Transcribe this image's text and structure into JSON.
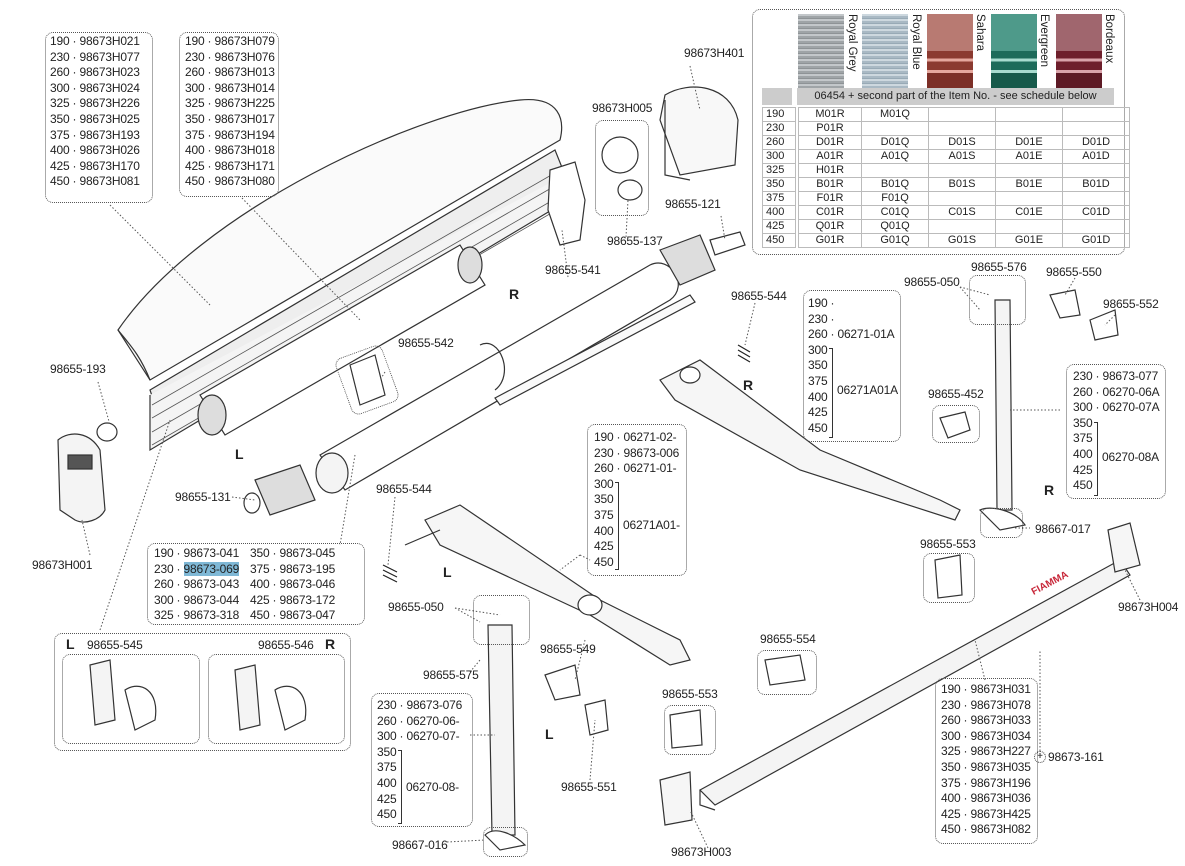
{
  "diagram": {
    "title": "Awning exploded parts diagram",
    "side_labels": {
      "left": "L",
      "right": "R"
    },
    "lead_rail_lists": [
      {
        "rows": [
          "190 · 98673H021",
          "230 · 98673H077",
          "260 · 98673H023",
          "300 · 98673H024",
          "325 · 98673H226",
          "350 · 98673H025",
          "375 · 98673H193",
          "400 · 98673H026",
          "425 · 98673H170",
          "450 · 98673H081"
        ]
      },
      {
        "rows": [
          "190 · 98673H079",
          "230 · 98673H076",
          "260 · 98673H013",
          "300 · 98673H014",
          "325 · 98673H225",
          "350 · 98673H017",
          "375 · 98673H194",
          "400 · 98673H018",
          "425 · 98673H171",
          "450 · 98673H080"
        ]
      }
    ],
    "fabric_table": {
      "swatches": [
        {
          "name": "Royal Grey",
          "color": "#a9adb0"
        },
        {
          "name": "Royal Blue",
          "color": "#b5c3cc"
        },
        {
          "name": "Sahara",
          "color": "#b87a72"
        },
        {
          "name": "Evergreen",
          "color": "#4e9a8a"
        },
        {
          "name": "Bordeaux",
          "color": "#a0666e"
        }
      ],
      "header": "06454 + second part of the Item No. - see schedule below",
      "rows": [
        {
          "size": "190",
          "cells": [
            "M01R",
            "M01Q",
            "",
            "",
            ""
          ]
        },
        {
          "size": "230",
          "cells": [
            "P01R",
            "",
            "",
            "",
            ""
          ]
        },
        {
          "size": "260",
          "cells": [
            "D01R",
            "D01Q",
            "D01S",
            "D01E",
            "D01D"
          ]
        },
        {
          "size": "300",
          "cells": [
            "A01R",
            "A01Q",
            "A01S",
            "A01E",
            "A01D"
          ]
        },
        {
          "size": "325",
          "cells": [
            "H01R",
            "",
            "",
            "",
            ""
          ]
        },
        {
          "size": "350",
          "cells": [
            "B01R",
            "B01Q",
            "B01S",
            "B01E",
            "B01D"
          ]
        },
        {
          "size": "375",
          "cells": [
            "F01R",
            "F01Q",
            "",
            "",
            ""
          ]
        },
        {
          "size": "400",
          "cells": [
            "C01R",
            "C01Q",
            "C01S",
            "C01E",
            "C01D"
          ]
        },
        {
          "size": "425",
          "cells": [
            "Q01R",
            "Q01Q",
            "",
            "",
            ""
          ]
        },
        {
          "size": "450",
          "cells": [
            "G01R",
            "G01Q",
            "G01S",
            "G01E",
            "G01D"
          ]
        }
      ]
    },
    "roller_list": {
      "left": [
        "190 · 98673-041",
        "230 · ",
        "260 · 98673-043",
        "300 · 98673-044",
        "325 · 98673-318"
      ],
      "highlighted": "98673-069",
      "right": [
        "350 · 98673-045",
        "375 · 98673-195",
        "400 · 98673-046",
        "425 · 98673-172",
        "450 · 98673-047"
      ]
    },
    "arm_list_left": {
      "rows": [
        "190 · 06271-02-",
        "230 · 98673-006",
        "260 · 06271-01-"
      ],
      "grouped_sizes": [
        "300",
        "350",
        "375",
        "400",
        "425",
        "450"
      ],
      "grouped_part": "06271A01-"
    },
    "arm_list_right": {
      "rows": [
        "190 ·",
        "230 ·",
        "260 · 06271-01A"
      ],
      "grouped_sizes": [
        "300",
        "350",
        "375",
        "400",
        "425",
        "450"
      ],
      "grouped_part": "06271A01A"
    },
    "leg_list_right": {
      "rows": [
        "230 · 98673-077",
        "260 · 06270-06A",
        "300 · 06270-07A"
      ],
      "grouped_sizes": [
        "350",
        "375",
        "400",
        "425",
        "450"
      ],
      "grouped_part": "06270-08A"
    },
    "leg_list_left": {
      "rows": [
        "230 · 98673-076",
        "260 · 06270-06-",
        "300 · 06270-07-"
      ],
      "grouped_sizes": [
        "350",
        "375",
        "400",
        "425",
        "450"
      ],
      "grouped_part": "06270-08-"
    },
    "front_bar_list": {
      "rows": [
        "190 · 98673H031",
        "230 · 98673H078",
        "260 · 98673H033",
        "300 · 98673H034",
        "325 · 98673H227",
        "350 · 98673H035",
        "375 · 98673H196",
        "400 · 98673H036",
        "425 · 98673H425",
        "450 · 98673H082"
      ]
    },
    "bracket_kits": {
      "left": {
        "side": "L",
        "part": "98655-545"
      },
      "right": {
        "side": "R",
        "part": "98655-546"
      }
    },
    "part_labels": {
      "p98673H401": "98673H401",
      "p98673H005": "98673H005",
      "p98655_121": "98655-121",
      "p98655_137": "98655-137",
      "p98655_541": "98655-541",
      "p98655_542": "98655-542",
      "p98655_193": "98655-193",
      "p98673H001": "98673H001",
      "p98655_131": "98655-131",
      "p98655_544a": "98655-544",
      "p98655_544b": "98655-544",
      "p98655_050a": "98655-050",
      "p98655_576": "98655-576",
      "p98655_550": "98655-550",
      "p98655_552": "98655-552",
      "p98655_452": "98655-452",
      "p98667_017": "98667-017",
      "p98655_553a": "98655-553",
      "p98673H004": "98673H004",
      "p98655_050b": "98655-050",
      "p98655_575": "98655-575",
      "p98655_549": "98655-549",
      "p98655_551": "98655-551",
      "p98655_554": "98655-554",
      "p98655_553b": "98655-553",
      "p98673H003": "98673H003",
      "p98673_161": "98673-161",
      "p98667_016": "98667-016"
    },
    "brand_text": "FIAMMA"
  }
}
